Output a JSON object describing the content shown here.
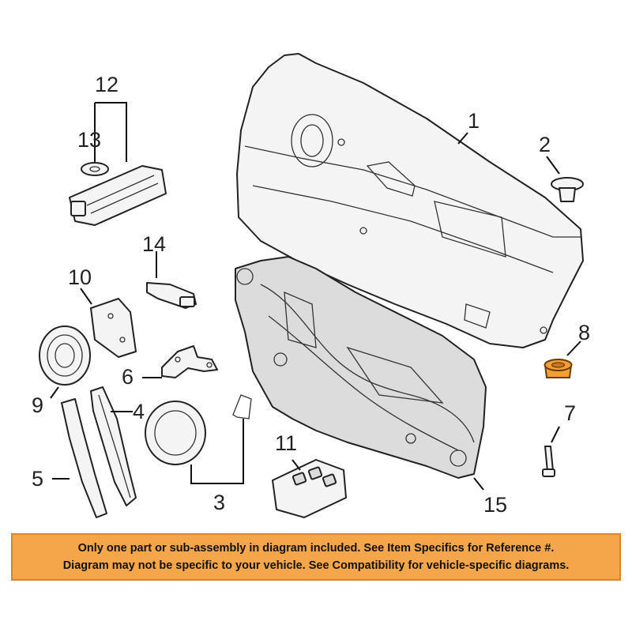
{
  "callouts": {
    "c1": "1",
    "c2": "2",
    "c3": "3",
    "c4": "4",
    "c5": "5",
    "c6": "6",
    "c7": "7",
    "c8": "8",
    "c9": "9",
    "c10": "10",
    "c11": "11",
    "c12": "12",
    "c13": "13",
    "c14": "14",
    "c15": "15"
  },
  "highlighted_part": "8",
  "colors": {
    "highlight": "#f2a033",
    "banner_background": "#f5a64a",
    "line_art": "#222222"
  },
  "banner": {
    "line1": "Only one part or sub-assembly in diagram included. See Item Specifics for Reference #.",
    "line2": "Diagram may not be specific to your vehicle. See Compatibility for vehicle-specific diagrams."
  }
}
